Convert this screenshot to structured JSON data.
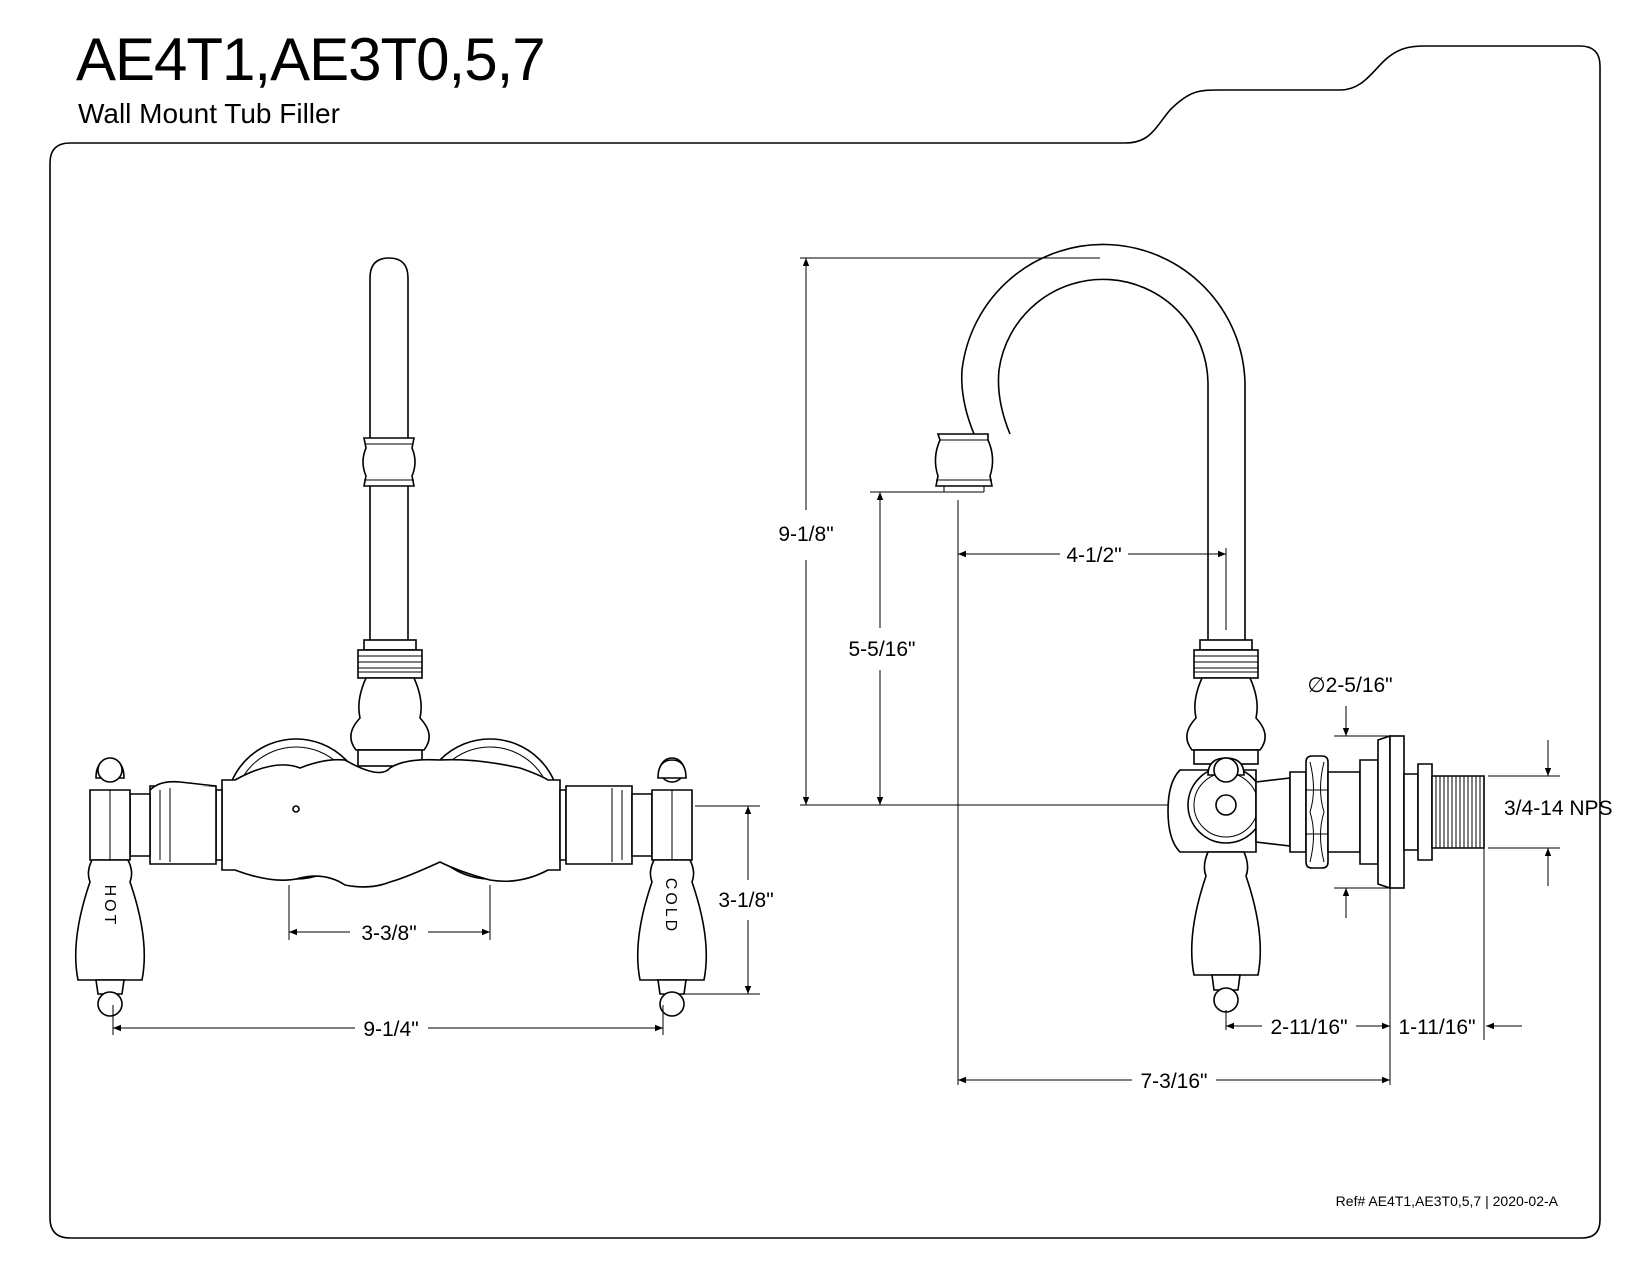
{
  "header": {
    "title": "AE4T1,AE3T0,5,7",
    "subtitle": "Wall Mount Tub Filler"
  },
  "front_view": {
    "hot_label": "HOT",
    "cold_label": "COLD",
    "dim_centers": "3-3/8\"",
    "dim_width": "9-1/4\"",
    "dim_handle_height": "3-1/8\""
  },
  "side_view": {
    "dim_total_height": "9-1/8\"",
    "dim_spout_height": "5-5/16\"",
    "dim_spout_reach": "4-1/2\"",
    "dim_flange_diameter": "∅2-5/16\"",
    "dim_thread": "3/4-14 NPS",
    "dim_body_to_wall": "2-11/16\"",
    "dim_inlet_length": "1-11/16\"",
    "dim_total_depth": "7-3/16\""
  },
  "footer": {
    "ref": "Ref# AE4T1,AE3T0,5,7 | 2020-02-A"
  }
}
